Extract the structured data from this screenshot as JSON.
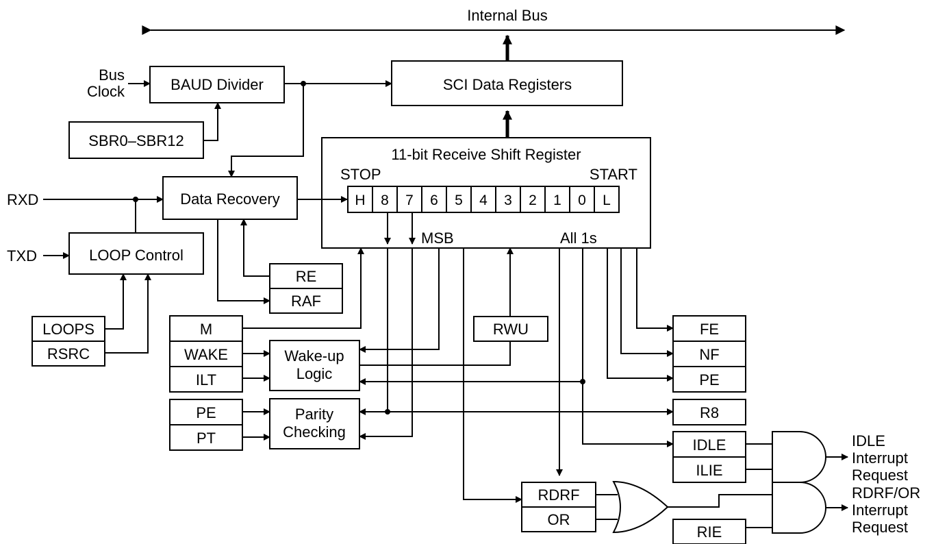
{
  "diagram": {
    "internal_bus": "Internal Bus",
    "bus_clock": [
      "Bus",
      "Clock"
    ],
    "baud_divider": "BAUD Divider",
    "sbr": "SBR0–SBR12",
    "sci_data_registers": "SCI Data Registers",
    "shift_register_title": "11-bit Receive Shift Register",
    "stop_label": "STOP",
    "start_label": "START",
    "bits": [
      "H",
      "8",
      "7",
      "6",
      "5",
      "4",
      "3",
      "2",
      "1",
      "0",
      "L"
    ],
    "msb_label": "MSB",
    "all1s_label": "All 1s",
    "rxd": "RXD",
    "txd": "TXD",
    "data_recovery": "Data Recovery",
    "loop_control": "LOOP Control",
    "re": "RE",
    "raf": "RAF",
    "loops": "LOOPS",
    "rsrc": "RSRC",
    "m": "M",
    "wake": "WAKE",
    "ilt": "ILT",
    "wakeup_logic": [
      "Wake-up",
      "Logic"
    ],
    "rwu": "RWU",
    "pe_in": "PE",
    "pt": "PT",
    "parity_checking": [
      "Parity",
      "Checking"
    ],
    "fe": "FE",
    "nf": "NF",
    "pe_out": "PE",
    "r8": "R8",
    "idle": "IDLE",
    "ilie": "ILIE",
    "idle_request": [
      "IDLE",
      "Interrupt",
      "Request"
    ],
    "rdrf": "RDRF",
    "or": "OR",
    "rie": "RIE",
    "rdrf_request": [
      "RDRF/OR",
      "Interrupt",
      "Request"
    ]
  }
}
